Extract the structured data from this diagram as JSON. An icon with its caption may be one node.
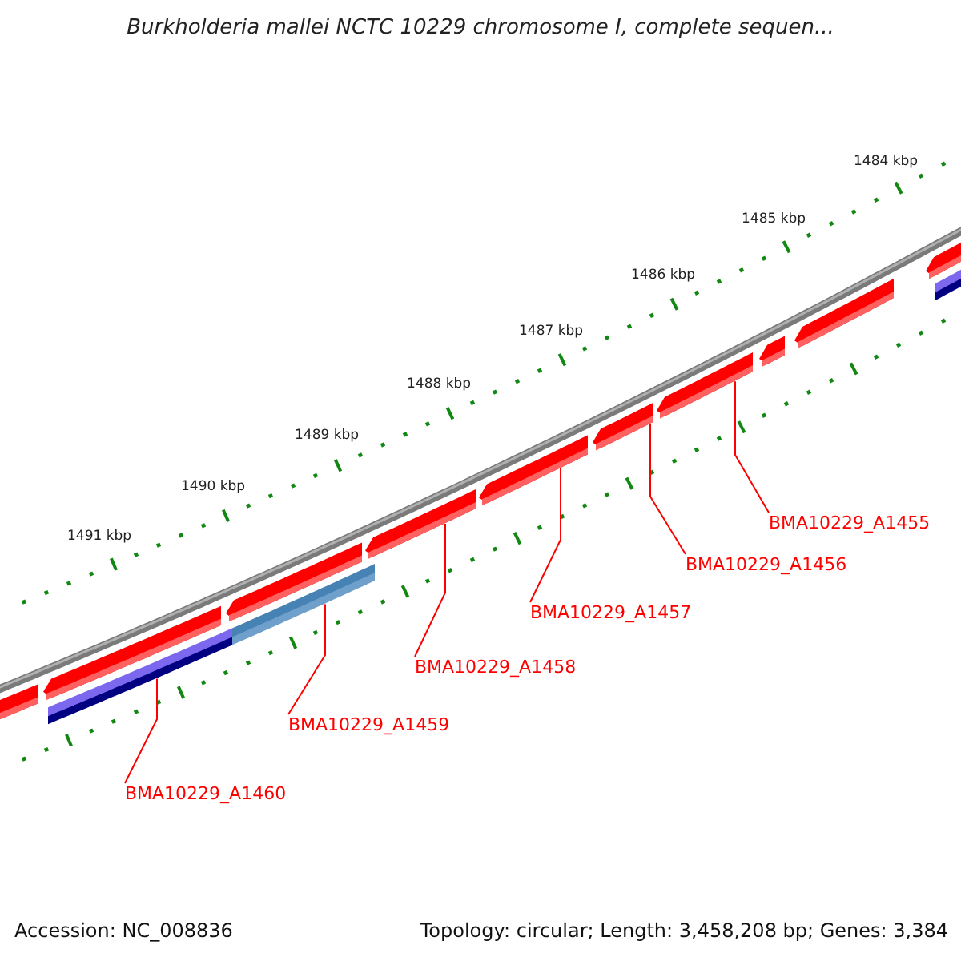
{
  "diagram": {
    "title": "Burkholderia mallei NCTC 10229 chromosome I, complete sequen...",
    "nodes": [
      {
        "text": [
          "BMA10229_A1455"
        ]
      },
      {
        "text": [
          "BMA10229_A1456"
        ]
      },
      {
        "text": [
          "BMA10229_A1457"
        ]
      },
      {
        "text": [
          "BMA10229_A1458"
        ]
      },
      {
        "text": [
          "BMA10229_A1459"
        ]
      },
      {
        "text": [
          "BMA10229_A1460"
        ]
      },
      {
        "text": [],
        "shape": "bar"
      },
      {
        "text": [],
        "shape": "bar"
      },
      {
        "text": [],
        "shape": "bar"
      },
      {
        "text": [],
        "shape": "bar"
      },
      {
        "text": [],
        "shape": "bar"
      },
      {
        "text": [],
        "shape": "bar"
      },
      {
        "text": [],
        "shape": "bar"
      },
      {
        "text": [],
        "shape": "bar"
      },
      {
        "text": [],
        "shape": "bar"
      },
      {
        "text": [],
        "shape": "bar"
      },
      {
        "text": [],
        "shape": "bar"
      },
      {
        "text": [],
        "shape": "bar"
      },
      {
        "text": [],
        "shape": "bar"
      }
    ],
    "edges": [
      {
        "from": 0,
        "to": 12,
        "arrow": "none"
      },
      {
        "from": 1,
        "to": 11,
        "arrow": "none"
      },
      {
        "from": 2,
        "to": 10,
        "arrow": "none"
      },
      {
        "from": 3,
        "to": 9,
        "arrow": "none"
      },
      {
        "from": 4,
        "to": 17,
        "arrow": "none"
      },
      {
        "from": 5,
        "to": 16,
        "arrow": "none"
      }
    ],
    "labels": [
      "1484 kbp",
      "1485 kbp",
      "1486 kbp",
      "1487 kbp",
      "1488 kbp",
      "1489 kbp",
      "1490 kbp",
      "1491 kbp",
      "Accession: NC_008836",
      "Topology: circular; Length: 3,458,208 bp; Genes: 3,384"
    ]
  }
}
